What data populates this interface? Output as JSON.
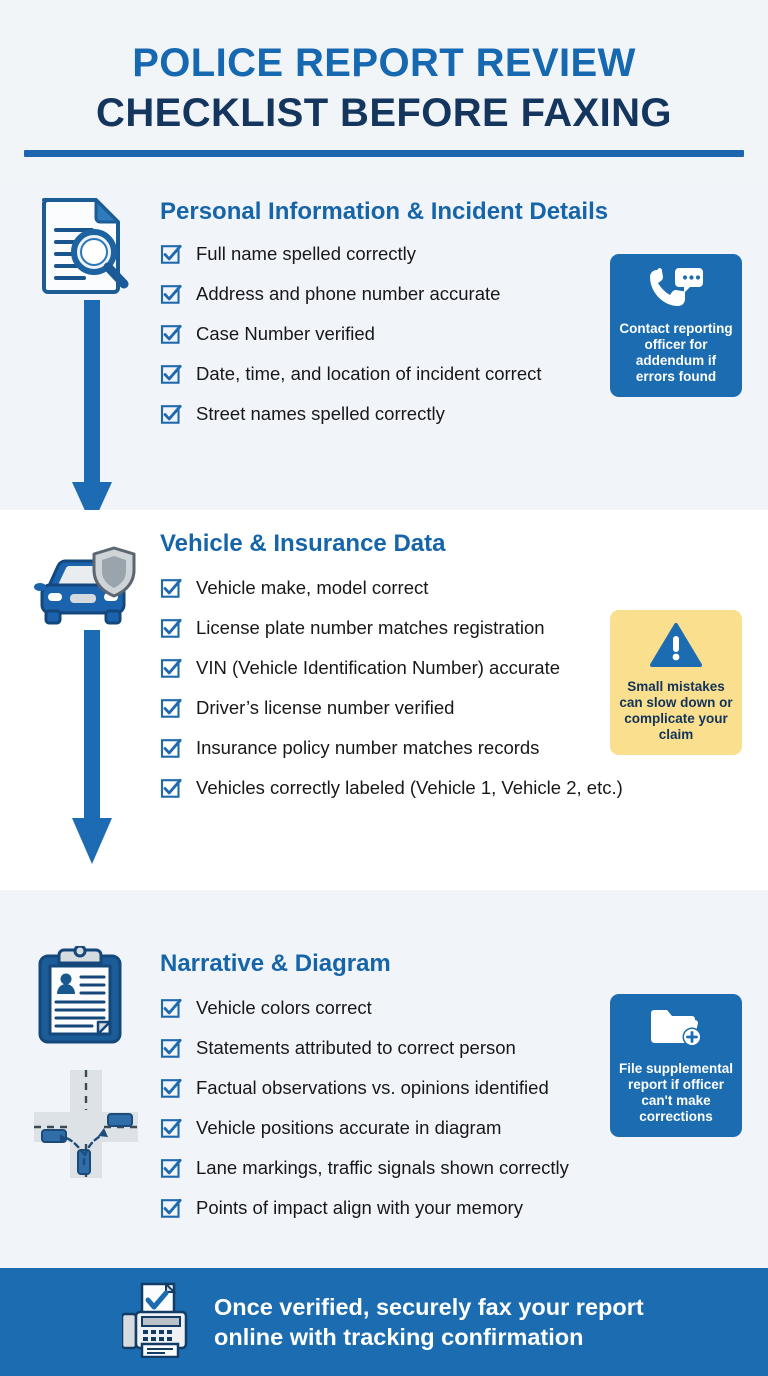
{
  "header": {
    "title_line1": "POLICE REPORT REVIEW",
    "title_line2": "CHECKLIST BEFORE FAXING"
  },
  "sections": [
    {
      "heading": "Personal Information & Incident Details",
      "icon": "document-magnifier-icon",
      "items": [
        "Full name spelled correctly",
        "Address and phone number accurate",
        "Case Number verified",
        "Date, time, and location of incident correct",
        "Street names spelled correctly"
      ],
      "callout": {
        "icon": "phone-chat-icon",
        "text": "Contact reporting officer for addendum if errors found",
        "style": "blue",
        "bg_color": "#1b6cb0",
        "text_color": "#ffffff"
      }
    },
    {
      "heading": "Vehicle & Insurance Data",
      "icon": "car-shield-icon",
      "items": [
        "Vehicle make, model correct",
        "License plate number matches registration",
        "VIN (Vehicle Identification Number) accurate",
        "Driver’s license number verified",
        "Insurance policy number matches records",
        "Vehicles correctly labeled (Vehicle 1, Vehicle 2, etc.)"
      ],
      "callout": {
        "icon": "warning-triangle-icon",
        "text": "Small mistakes can slow down or complicate your claim",
        "style": "yellow",
        "bg_color": "#fadf8e",
        "text_color": "#12335a"
      }
    },
    {
      "heading": "Narrative & Diagram",
      "icon": "clipboard-person-icon",
      "icon2": "intersection-diagram-icon",
      "items": [
        "Vehicle colors correct",
        "Statements attributed to correct person",
        "Factual observations vs. opinions identified",
        "Vehicle positions accurate in diagram",
        "Lane markings, traffic signals shown correctly",
        "Points of impact align with your memory"
      ],
      "callout": {
        "icon": "folder-add-icon",
        "text": "File supplemental report if officer can't make corrections",
        "style": "blue",
        "bg_color": "#1b6cb0",
        "text_color": "#ffffff"
      }
    }
  ],
  "connectors": [
    {
      "name": "arrow-section1-to-section2"
    },
    {
      "name": "arrow-section2-to-section3"
    }
  ],
  "footer": {
    "icon": "fax-machine-icon",
    "line1": "Once verified, securely fax your report",
    "line2": "online with tracking confirmation",
    "bg_color": "#1b6cb0"
  },
  "colors": {
    "title_blue": "#1668b0",
    "title_navy": "#14365e",
    "heading_blue": "#1765a9",
    "accent_blue": "#1b6cb0",
    "checkbox_blue": "#1f6aaf",
    "section_bg_gray": "#f1f4f8",
    "section_bg_white": "#ffffff",
    "warning_yellow": "#fadf8e"
  }
}
